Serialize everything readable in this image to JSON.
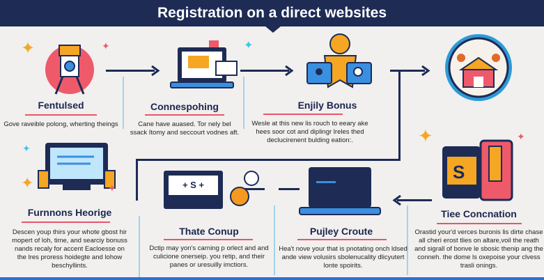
{
  "header": {
    "title": "Registration on a direct websites"
  },
  "steps": [
    {
      "title": "Fentulsed",
      "desc": "Gove raveible polong, wherting theings",
      "icon": "spotlight-icon"
    },
    {
      "title": "Connespohing",
      "desc": "Cane have auased. Tor nely bel ssack Itomy and seccourt vodnes aft.",
      "icon": "laptop-icon"
    },
    {
      "title": "Enjily Bonus",
      "desc": "Wesle at this new lis rouch to eeary ake hees soor cot and diplingr lreles thed declucirenent bulding eation:.",
      "icon": "bonus-badge-icon"
    },
    {
      "title": "",
      "desc": "",
      "icon": "shop-icon"
    },
    {
      "title": "Furnnons Heorige",
      "desc": "Descen youp thirs your whote gbost hir mopert of loh, time, and searciy bonuss nands recaly for accent Eacloesse on the lres proress hoidegte and lohow beschyllints.",
      "icon": "monitor-icon"
    },
    {
      "title": "Thate Conup",
      "desc": "Dctip may yon's carning p orlect and and culicione onerseip. you retip, and their panes or uresuilly imctiors.",
      "icon": "desktop-coin-icon"
    },
    {
      "title": "Pujley Croute",
      "desc": "Hea't nove your that is pnotating onch ldsed ande view volusirs sbolenucality dlicyutert lonte spoirits.",
      "icon": "laptop-icon"
    },
    {
      "title": "Tiee Concnation",
      "desc": "Orastid your'd verces buronis lis dirte chase all cheri erost tlies on altare,voil the reath and sigrall of bonve le sbosic thenip ang the conneh. the dome ls oxepoise your clvess trasli onings.",
      "icon": "dollar-card-icon"
    }
  ],
  "icon_text": {
    "dollar": "S",
    "screen": "+ S +"
  },
  "colors": {
    "navy": "#1d2b55",
    "accent": "#e9546b",
    "orange": "#f5a623",
    "blue": "#3b8fe0",
    "divider": "#9fd3ef"
  }
}
